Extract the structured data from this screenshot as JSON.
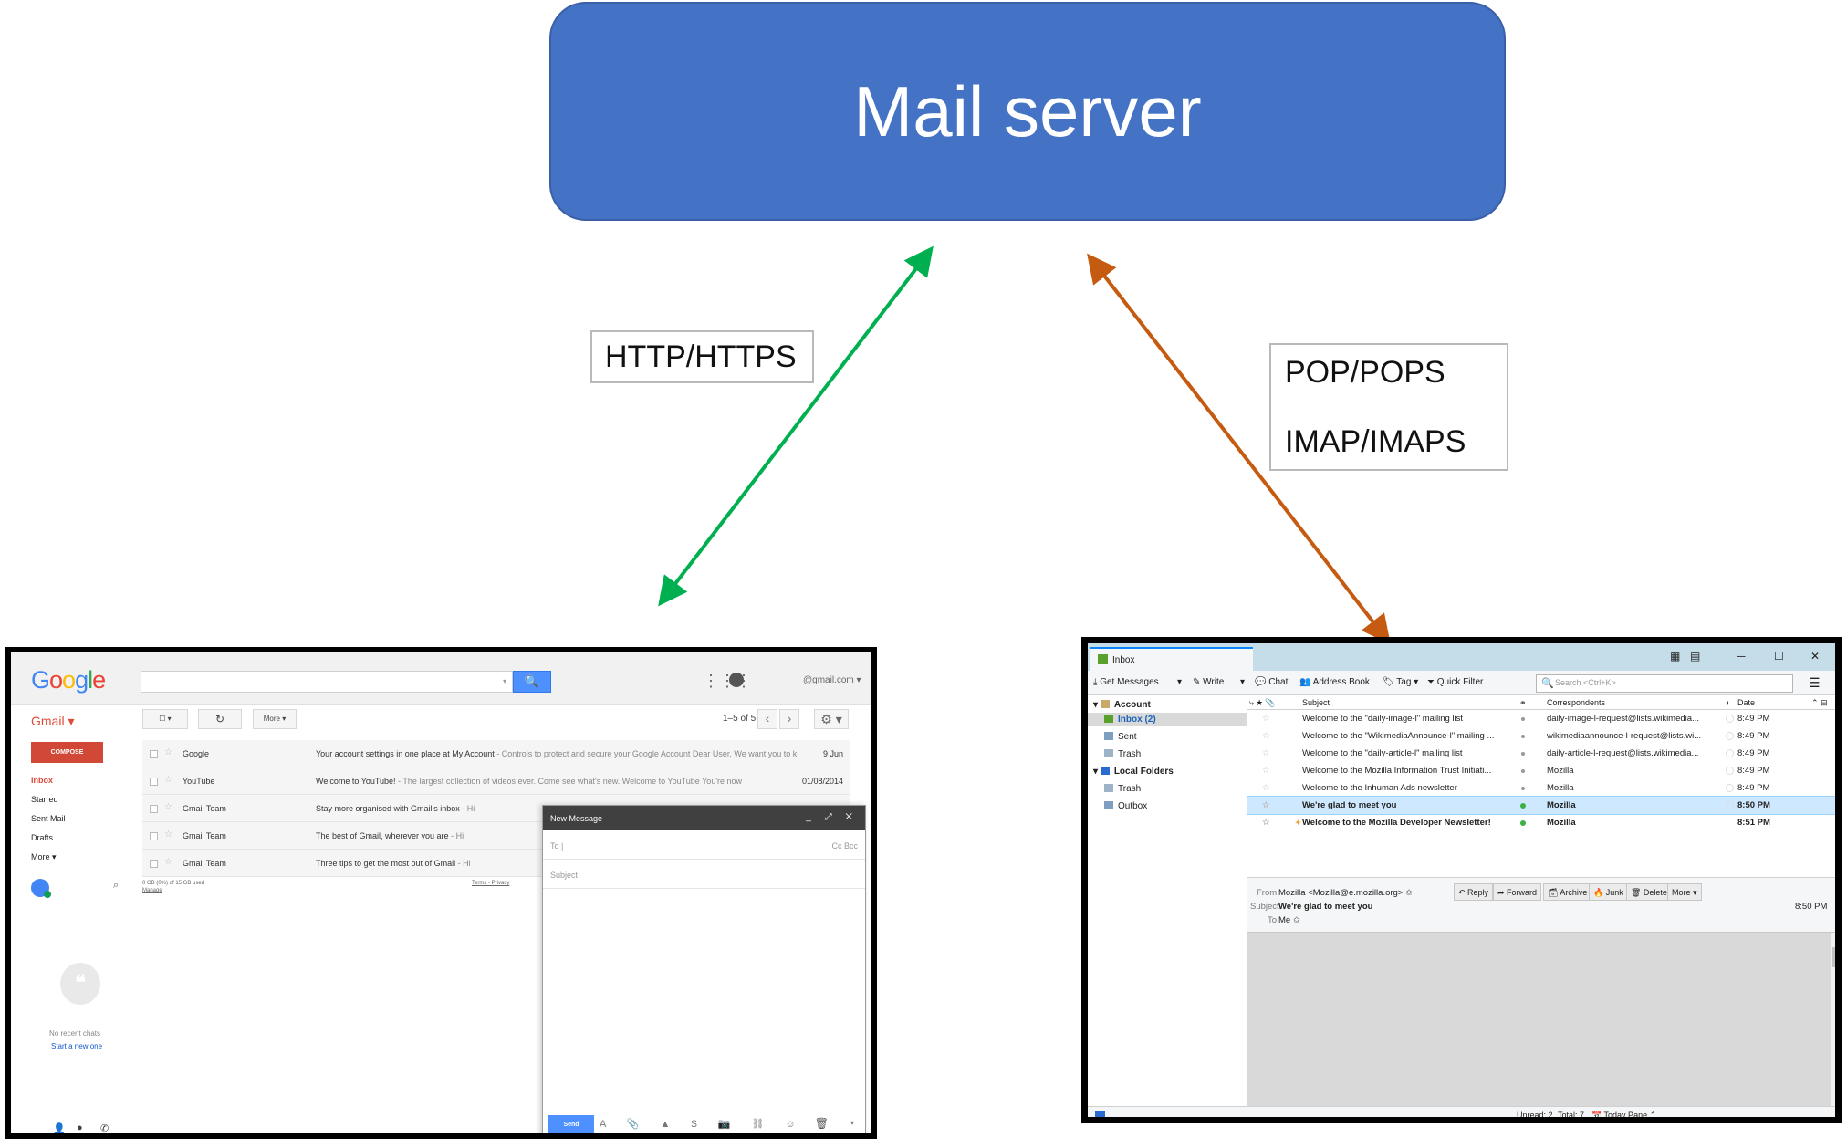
{
  "mail_server": {
    "label": "Mail server",
    "color": "#4472c4"
  },
  "protocols": {
    "web": {
      "label": "HTTP/HTTPS",
      "arrow_color": "#00b050"
    },
    "client": {
      "line1": "POP/POPS",
      "line2": "IMAP/IMAPS",
      "arrow_color": "#c55a11"
    }
  },
  "gmail": {
    "logo": {
      "l1": "G",
      "l2": "o",
      "l3": "o",
      "l4": "g",
      "l5": "l",
      "l6": "e"
    },
    "search_caret": "▾",
    "search_btn": "🔍",
    "apps_icon": "⋮⋮⋮",
    "account": "@gmail.com ▾",
    "brand": "Gmail ▾",
    "select_btn": "☐ ▾",
    "refresh_btn": "↻",
    "more_btn": "More ▾",
    "page_info": "1–5 of 5",
    "prev": "‹",
    "next": "›",
    "settings": "⚙ ▾",
    "compose": "COMPOSE",
    "sidebar": [
      "Inbox",
      "Starred",
      "Sent Mail",
      "Drafts",
      "More ▾"
    ],
    "rows": [
      {
        "from": "Google",
        "subject": "Your account settings in one place at My Account",
        "snippet": " - Controls to protect and secure your Google Account Dear User, We want you to k",
        "date": "9 Jun"
      },
      {
        "from": "YouTube",
        "subject": "Welcome to YouTube!",
        "snippet": " - The largest collection of videos ever. Come see what's new. Welcome to YouTube You're now",
        "date": "01/08/2014"
      },
      {
        "from": "Gmail Team",
        "subject": "Stay more organised with Gmail's inbox",
        "snippet": " - Hi",
        "date": ""
      },
      {
        "from": "Gmail Team",
        "subject": "The best of Gmail, wherever you are",
        "snippet": " - Hi",
        "date": ""
      },
      {
        "from": "Gmail Team",
        "subject": "Three tips to get the most out of Gmail",
        "snippet": " - Hi",
        "date": ""
      }
    ],
    "storage": "0 GB (0%) of 15 GB used",
    "manage": "Manage",
    "terms": "Terms - Privacy",
    "chat_search": "⌕",
    "chat_bubble": "❝",
    "no_recent_chats": "No recent chats",
    "start_new_one": "Start a new one",
    "footer_icons": {
      "person": "👤",
      "hangout": "●",
      "phone": "✆"
    },
    "compose_window": {
      "title": "New Message",
      "controls": "_ ⤢ ✕",
      "to": "To |",
      "cc_bcc": "Cc Bcc",
      "subject": "Subject",
      "send": "Send",
      "tools": "A 📎 ▲ $ 📷 ⛓ ☺",
      "trash": "🗑",
      "more": "▾"
    }
  },
  "thunderbird": {
    "tab_title": "Inbox",
    "window_buttons": {
      "calendar": "▦",
      "tasks": "▤",
      "minimize": "─",
      "maximize": "☐",
      "close": "✕"
    },
    "toolbar": {
      "get_messages": "⤓ Get Messages",
      "get_messages_dd": "▾",
      "write": "✎ Write",
      "write_dd": "▾",
      "chat": "💬 Chat",
      "address_book": "👥 Address Book",
      "tag": "🏷 Tag ▾",
      "quick_filter": "⏷ Quick Filter",
      "search_placeholder": "Search <Ctrl+K>",
      "search_icon": "🔍",
      "menu": "☰"
    },
    "folders": [
      {
        "label": "Account",
        "bold": true
      },
      {
        "label": "Inbox (2)",
        "bold": true
      },
      {
        "label": "Sent",
        "bold": false
      },
      {
        "label": "Trash",
        "bold": false
      },
      {
        "label": "Local Folders",
        "bold": true
      },
      {
        "label": "Trash",
        "bold": false
      },
      {
        "label": "Outbox",
        "bold": false
      }
    ],
    "columns": {
      "thread": "⤷ ★ 📎",
      "subject": "Subject",
      "junk": "⚭",
      "correspondents": "Correspondents",
      "date_icon": "◐",
      "date": "Date",
      "picker": "⌃ ⊟"
    },
    "messages": [
      {
        "subject": "Welcome to the \"daily-image-l\" mailing list",
        "correspondent": "daily-image-l-request@lists.wikimedia...",
        "date": "8:49 PM"
      },
      {
        "subject": "Welcome to the \"WikimediaAnnounce-l\" mailing ...",
        "correspondent": "wikimediaannounce-l-request@lists.wi...",
        "date": "8:49 PM"
      },
      {
        "subject": "Welcome to the \"daily-article-l\" mailing list",
        "correspondent": "daily-article-l-request@lists.wikimedia...",
        "date": "8:49 PM"
      },
      {
        "subject": "Welcome to the Mozilla Information Trust Initiati...",
        "correspondent": "Mozilla",
        "date": "8:49 PM"
      },
      {
        "subject": "Welcome to the Inhuman Ads newsletter",
        "correspondent": "Mozilla",
        "date": "8:49 PM"
      },
      {
        "subject": "We're glad to meet you",
        "correspondent": "Mozilla",
        "date": "8:50 PM"
      },
      {
        "subject": "Welcome to the Mozilla Developer Newsletter!",
        "correspondent": "Mozilla",
        "date": "8:51 PM"
      }
    ],
    "header": {
      "from_label": "From",
      "from_value": "Mozilla <Mozilla@e.mozilla.org> ✩",
      "subject_label": "Subject",
      "subject_value": "We're glad to meet you",
      "time": "8:50 PM",
      "to_label": "To",
      "to_value": "Me ✩",
      "buttons": {
        "reply": "↶ Reply",
        "forward": "➦ Forward",
        "archive": "🗃 Archive",
        "junk": "🔥 Junk",
        "delete": "🗑 Delete",
        "more": "More ▾"
      }
    },
    "status": {
      "unread": "Unread: 2",
      "total": "Total: 7",
      "today_pane": "📅 Today Pane ⌃"
    }
  }
}
